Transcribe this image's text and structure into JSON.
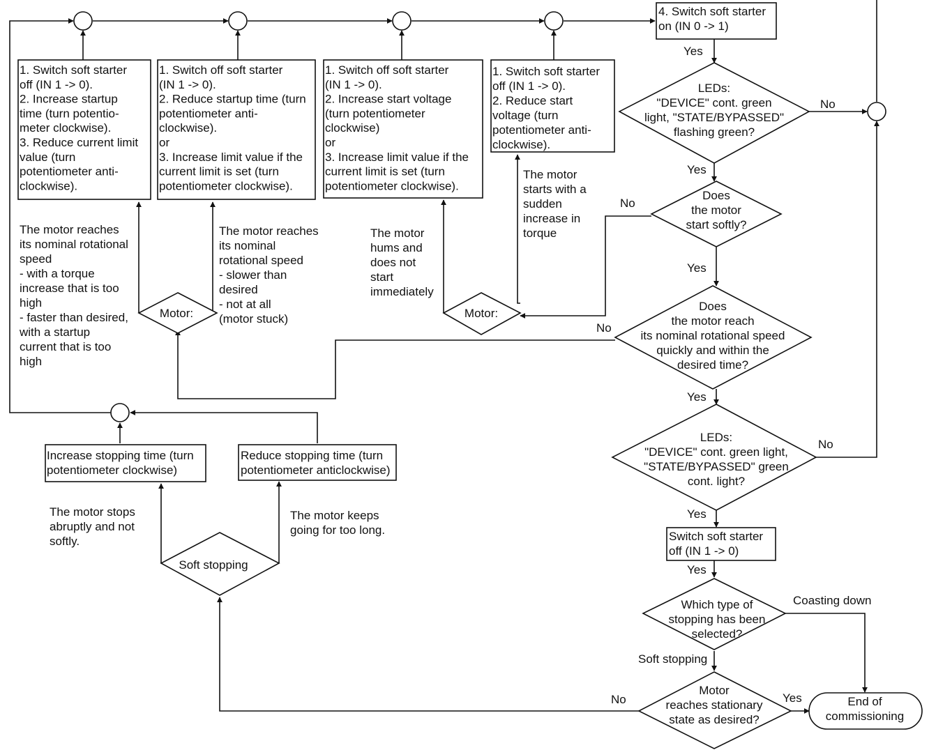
{
  "nodes": {
    "box1": [
      "1. Switch soft starter",
      "off (IN 1 -> 0).",
      "2. Increase startup",
      "time (turn potentio-",
      "meter clockwise).",
      "3. Reduce current limit",
      "value (turn",
      "potentiometer anti-",
      "clockwise)."
    ],
    "box2": [
      "1. Switch off soft starter",
      "(IN 1 -> 0).",
      "2. Reduce startup time (turn",
      "potentiometer anti-",
      "clockwise).",
      "or",
      "3. Increase limit value if the",
      "current limit is set (turn",
      "potentiometer clockwise)."
    ],
    "box3": [
      "1. Switch off soft starter",
      "(IN 1 -> 0).",
      "2. Increase start voltage",
      "(turn potentiometer",
      "clockwise)",
      "or",
      "3. Increase limit value if the",
      "current limit is set (turn",
      "potentiometer clockwise)."
    ],
    "box4": [
      "1. Switch soft starter",
      "off (IN 1 -> 0).",
      "2. Reduce start",
      "voltage (turn",
      "potentiometer anti-",
      "clockwise)."
    ],
    "switch_on": [
      "4. Switch soft starter",
      "on (IN 0 -> 1)"
    ],
    "led1": [
      "LEDs:",
      "\"DEVICE\" cont. green",
      "light, \"STATE/BYPASSED\"",
      "flashing green?"
    ],
    "soft_start": [
      "Does",
      "the motor",
      "start softly?"
    ],
    "reach_speed": [
      "Does",
      "the motor reach",
      "its nominal rotational speed",
      "quickly and within the",
      "desired time?"
    ],
    "led2": [
      "LEDs:",
      "\"DEVICE\" cont. green light,",
      "\"STATE/BYPASSED\" green",
      "cont. light?"
    ],
    "switch_off": [
      "Switch soft starter",
      "off (IN 1 -> 0)"
    ],
    "stop_type": [
      "Which type of",
      "stopping has been",
      "selected?"
    ],
    "stationary": [
      "Motor",
      "reaches stationary",
      "state as desired?"
    ],
    "end": [
      "End of",
      "commissioning"
    ],
    "motor_left": "Motor:",
    "motor_right": "Motor:",
    "soft_stopping": "Soft stopping",
    "inc_stop": [
      "Increase stopping time (turn",
      "potentiometer clockwise)"
    ],
    "red_stop": [
      "Reduce stopping time (turn",
      "potentiometer anticlockwise)"
    ]
  },
  "annotations": {
    "a1": [
      "The motor reaches",
      "its nominal rotational",
      "speed",
      "- with a torque",
      "increase that is too",
      "high",
      "- faster than desired,",
      "with a startup",
      "current that is too",
      "high"
    ],
    "a2": [
      "The motor reaches",
      "its nominal",
      "rotational speed",
      "- slower than",
      "desired",
      "- not at all",
      "(motor stuck)"
    ],
    "a3": [
      "The motor",
      "hums and",
      "does not",
      "start",
      "immediately"
    ],
    "a4": [
      "The motor",
      "starts with a",
      "sudden",
      "increase in",
      "torque"
    ],
    "a5": [
      "The motor stops",
      "abruptly and not",
      "softly."
    ],
    "a6": [
      "The motor keeps",
      "going for too long."
    ]
  },
  "edge_labels": {
    "yes1": "Yes",
    "no1": "No",
    "yes2": "Yes",
    "no2": "No",
    "yes3": "Yes",
    "no3": "No",
    "yes4": "Yes",
    "no4": "No",
    "yes5": "Yes",
    "yes6": "Yes",
    "coasting": "Coasting down",
    "soft_stopping_edge": "Soft stopping",
    "no_final": "No",
    "yes_final": "Yes"
  }
}
